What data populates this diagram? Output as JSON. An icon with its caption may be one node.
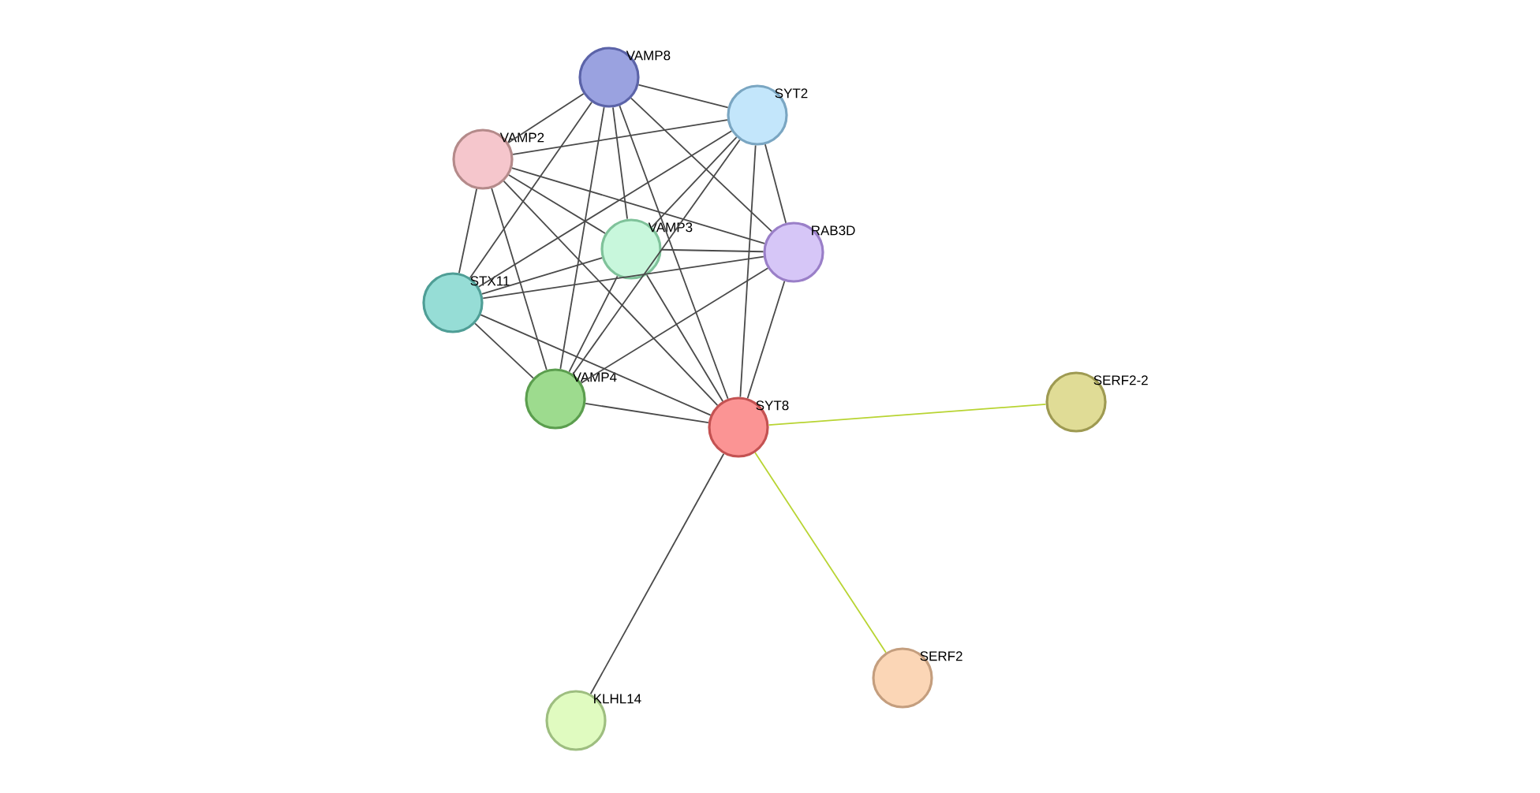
{
  "diagram": {
    "nodes": [
      {
        "text": [
          "VAMP8"
        ]
      },
      {
        "text": [
          "SYT2"
        ]
      },
      {
        "text": [
          "VAMP2"
        ]
      },
      {
        "text": [
          "VAMP3"
        ]
      },
      {
        "text": [
          "RAB3D"
        ]
      },
      {
        "text": [
          "STX11"
        ]
      },
      {
        "text": [
          "VAMP4"
        ]
      },
      {
        "text": [
          "SYT8"
        ]
      },
      {
        "text": [
          "SERF2-2"
        ]
      },
      {
        "text": [
          "SERF2"
        ]
      },
      {
        "text": [
          "KLHL14"
        ]
      }
    ],
    "edges": [
      {
        "from": 0,
        "to": 1,
        "arrow": "none"
      },
      {
        "from": 0,
        "to": 2,
        "arrow": "none"
      },
      {
        "from": 0,
        "to": 3,
        "arrow": "none"
      },
      {
        "from": 0,
        "to": 4,
        "arrow": "none"
      },
      {
        "from": 0,
        "to": 5,
        "arrow": "none"
      },
      {
        "from": 0,
        "to": 6,
        "arrow": "none"
      },
      {
        "from": 0,
        "to": 7,
        "arrow": "none"
      },
      {
        "from": 1,
        "to": 2,
        "arrow": "none"
      },
      {
        "from": 1,
        "to": 3,
        "arrow": "none"
      },
      {
        "from": 1,
        "to": 4,
        "arrow": "none"
      },
      {
        "from": 1,
        "to": 5,
        "arrow": "none"
      },
      {
        "from": 1,
        "to": 6,
        "arrow": "none"
      },
      {
        "from": 1,
        "to": 7,
        "arrow": "none"
      },
      {
        "from": 2,
        "to": 3,
        "arrow": "none"
      },
      {
        "from": 2,
        "to": 4,
        "arrow": "none"
      },
      {
        "from": 2,
        "to": 5,
        "arrow": "none"
      },
      {
        "from": 2,
        "to": 6,
        "arrow": "none"
      },
      {
        "from": 2,
        "to": 7,
        "arrow": "none"
      },
      {
        "from": 3,
        "to": 4,
        "arrow": "none"
      },
      {
        "from": 3,
        "to": 5,
        "arrow": "none"
      },
      {
        "from": 3,
        "to": 6,
        "arrow": "none"
      },
      {
        "from": 3,
        "to": 7,
        "arrow": "none"
      },
      {
        "from": 4,
        "to": 5,
        "arrow": "none"
      },
      {
        "from": 4,
        "to": 6,
        "arrow": "none"
      },
      {
        "from": 4,
        "to": 7,
        "arrow": "none"
      },
      {
        "from": 5,
        "to": 6,
        "arrow": "none"
      },
      {
        "from": 5,
        "to": 7,
        "arrow": "none"
      },
      {
        "from": 6,
        "to": 7,
        "arrow": "none"
      },
      {
        "from": 7,
        "to": 8,
        "arrow": "none",
        "color": "#b8d432"
      },
      {
        "from": 7,
        "to": 9,
        "arrow": "none",
        "color": "#b8d432"
      },
      {
        "from": 7,
        "to": 10,
        "arrow": "none"
      }
    ]
  }
}
